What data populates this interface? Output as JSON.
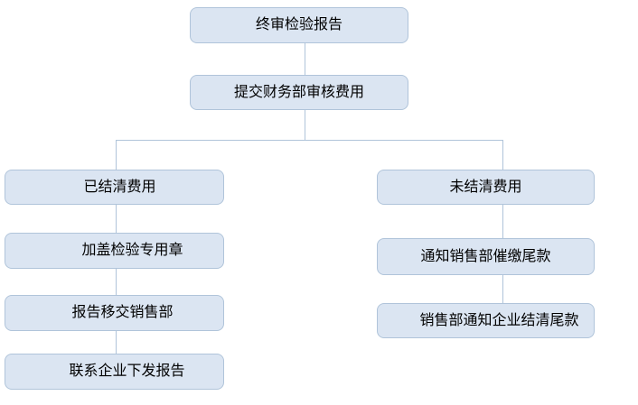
{
  "diagram": {
    "type": "flowchart",
    "colors": {
      "background": "#ffffff",
      "node_fill": "#dbe5f2",
      "node_border": "#b0c4da",
      "connector": "#b0c4da",
      "text": "#000000"
    },
    "nodes": {
      "root": "终审检验报告",
      "submit": "提交财务部审核费用",
      "left_branch": [
        "已结清费用",
        "加盖检验专用章",
        "报告移交销售部",
        "联系企业下发报告"
      ],
      "right_branch": [
        "未结清费用",
        "通知销售部催缴尾款",
        "销售部通知企业结清尾款"
      ]
    }
  }
}
